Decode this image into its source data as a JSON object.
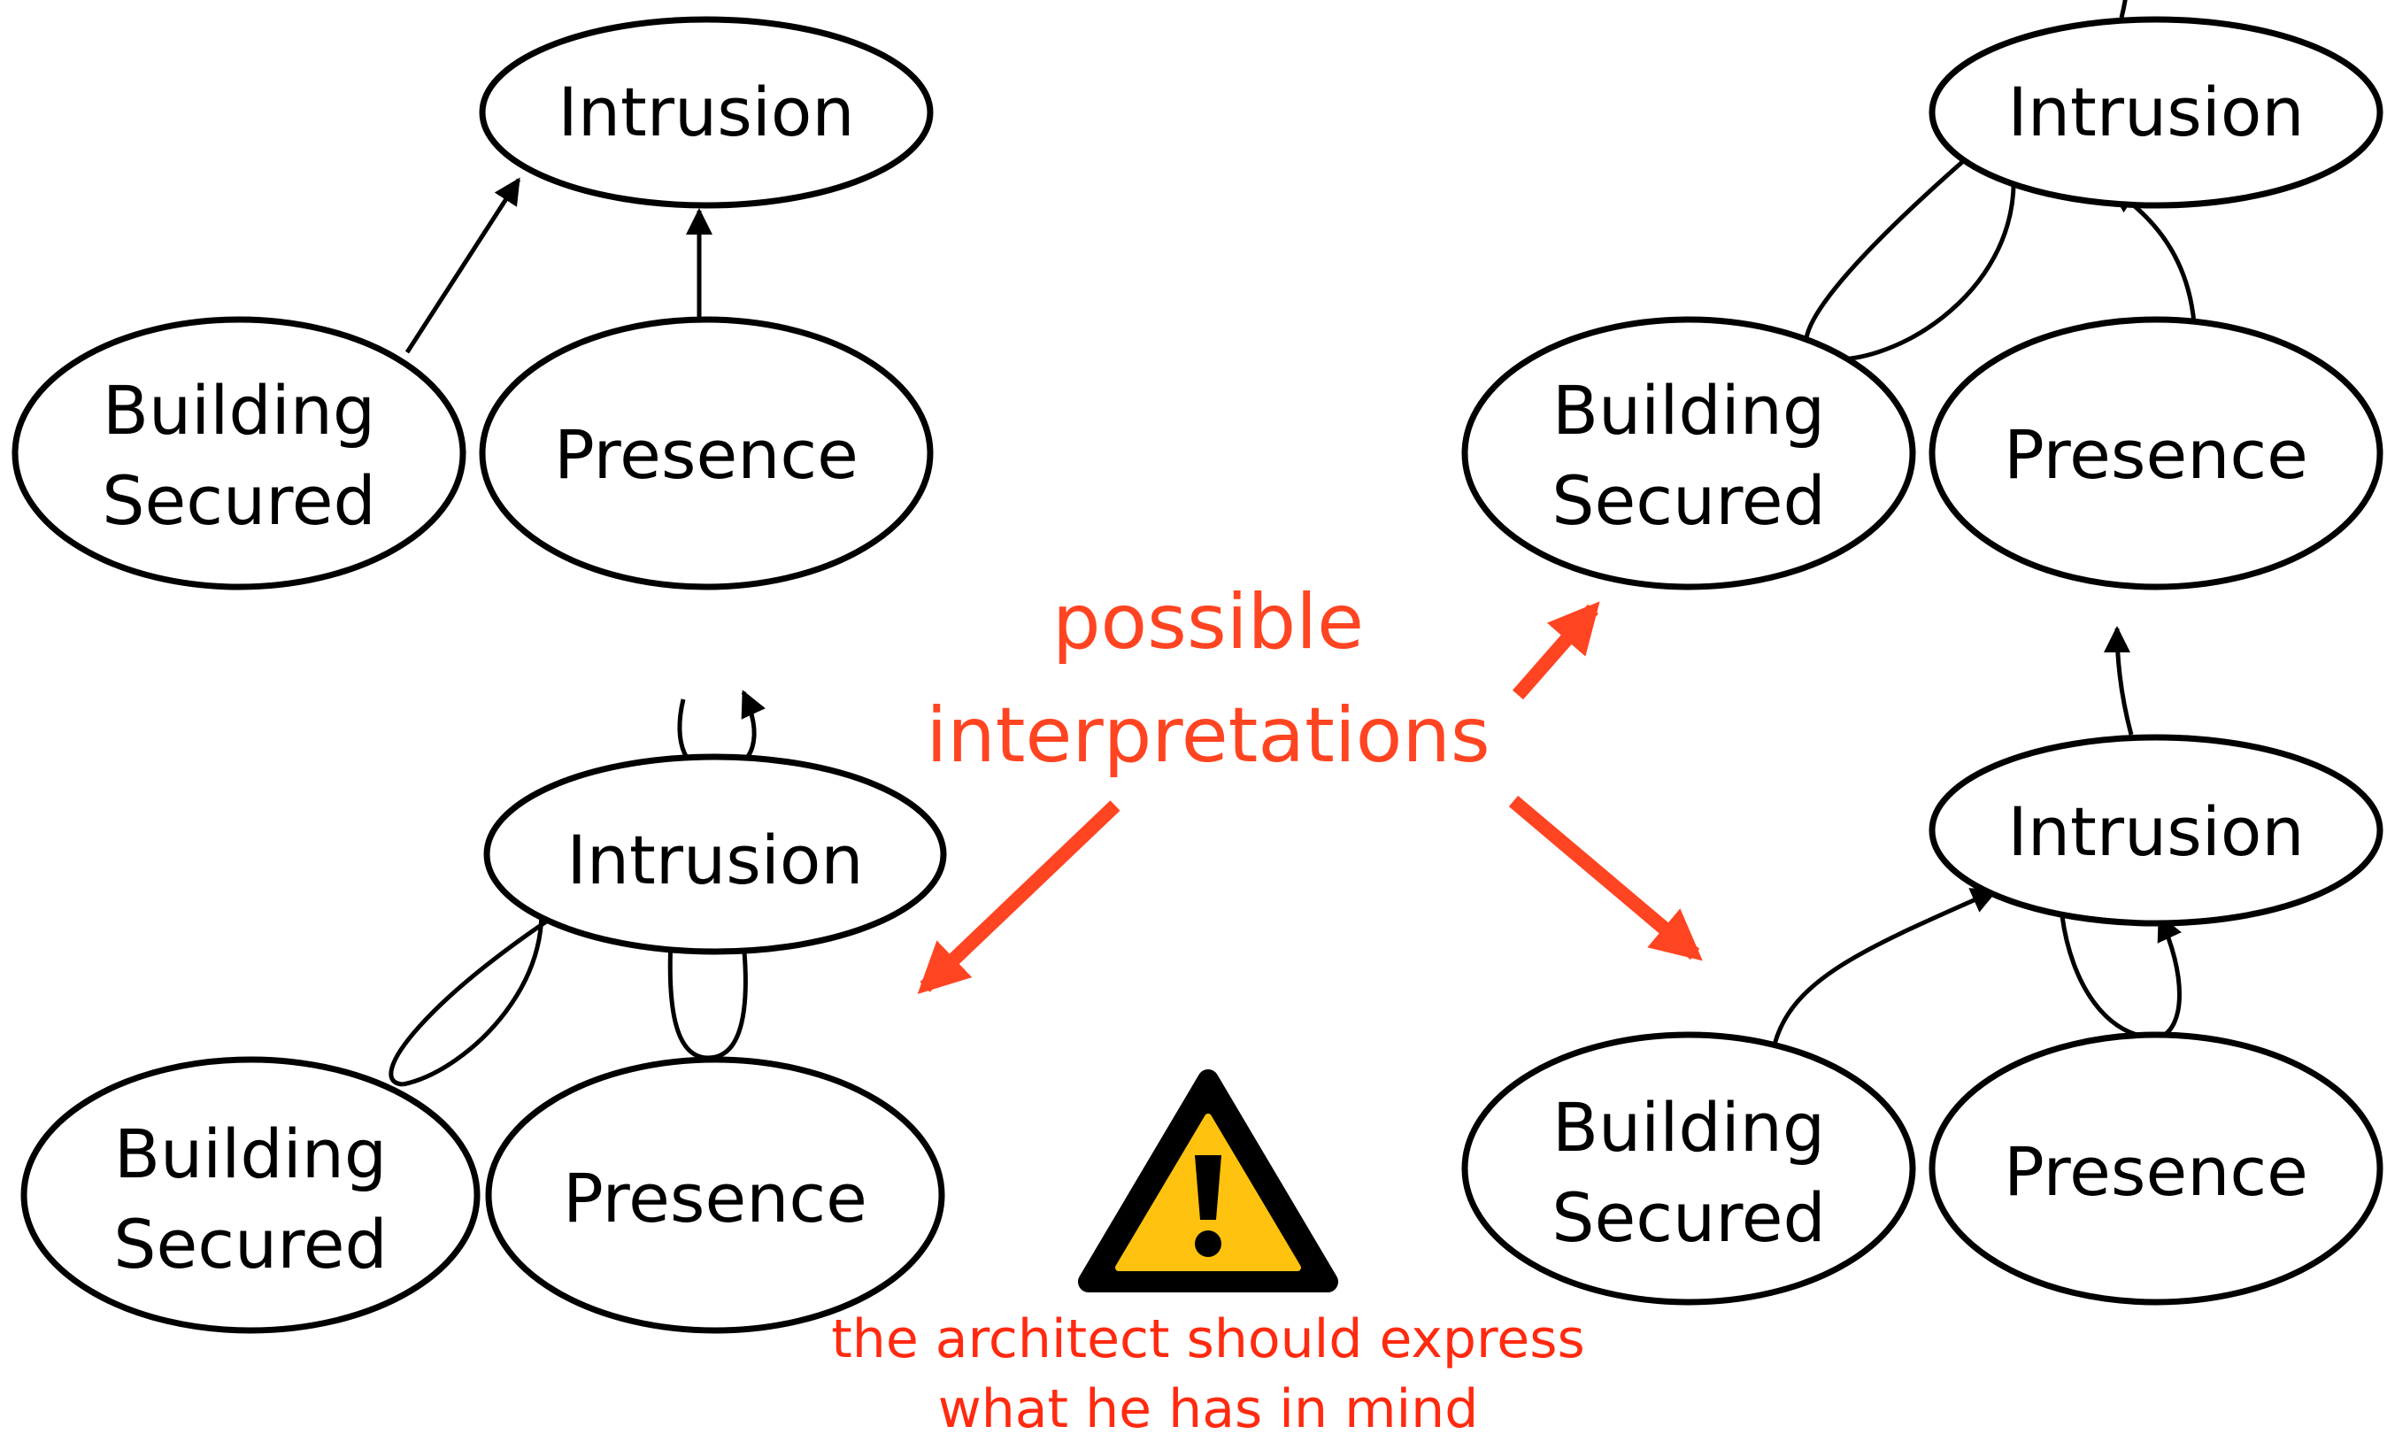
{
  "colors": {
    "accent": "#ff4422",
    "note": "#ff2a10",
    "warning_fill": "#ffc20e",
    "stroke": "#000000"
  },
  "center": {
    "title_line1": "possible",
    "title_line2": "interpretations",
    "note_line1": "the architect should express",
    "note_line2": "what he has in mind",
    "warning_icon": "warning-triangle-icon"
  },
  "diagrams": {
    "top_left": {
      "intrusion": "Intrusion",
      "building_l1": "Building",
      "building_l2": "Secured",
      "presence": "Presence"
    },
    "top_right": {
      "intrusion": "Intrusion",
      "building_l1": "Building",
      "building_l2": "Secured",
      "presence": "Presence"
    },
    "bottom_left": {
      "intrusion": "Intrusion",
      "building_l1": "Building",
      "building_l2": "Secured",
      "presence": "Presence"
    },
    "bottom_right": {
      "intrusion": "Intrusion",
      "building_l1": "Building",
      "building_l2": "Secured",
      "presence": "Presence"
    }
  }
}
